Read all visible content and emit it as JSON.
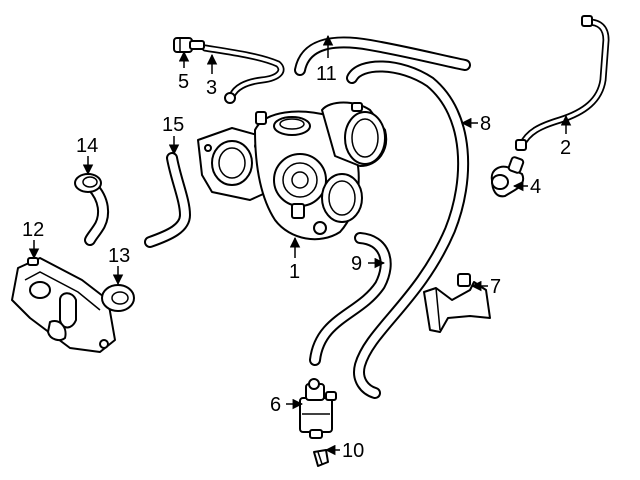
{
  "callouts": {
    "c1": "1",
    "c2": "2",
    "c3": "3",
    "c4": "4",
    "c5": "5",
    "c6": "6",
    "c7": "7",
    "c8": "8",
    "c9": "9",
    "c10": "10",
    "c11": "11",
    "c12": "12",
    "c13": "13",
    "c14": "14",
    "c15": "15"
  },
  "colors": {
    "line": "#000000",
    "background": "#ffffff"
  }
}
